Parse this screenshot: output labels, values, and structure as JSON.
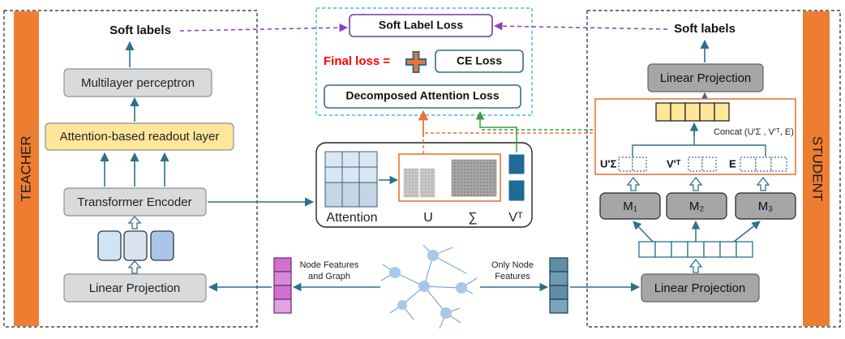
{
  "teacher": {
    "side_label": "TEACHER",
    "soft_labels": "Soft labels",
    "mlp": "Multilayer perceptron",
    "readout": "Attention-based readout layer",
    "encoder": "Transformer Encoder",
    "projection": "Linear Projection"
  },
  "student": {
    "side_label": "STUDENT",
    "soft_labels": "Soft labels",
    "projection_top": "Linear Projection",
    "concat": "Concat (U'Σ , V'ᵀ, E)",
    "u_label": "U'Σ",
    "v_label": "V'ᵀ",
    "e_label": "E",
    "m1": "M₁",
    "m2": "M₂",
    "m3": "M₃",
    "projection_bottom": "Linear Projection"
  },
  "loss": {
    "soft_label_loss": "Soft Label Loss",
    "final_loss": "Final loss =",
    "ce_loss": "CE Loss",
    "decomposed": "Decomposed Attention Loss"
  },
  "attention": {
    "attention": "Attention",
    "u": "U",
    "sigma": "∑",
    "vt": "Vᵀ"
  },
  "inputs": {
    "node_features_graph": [
      "Node Features",
      "and Graph"
    ],
    "only_node_features": [
      "Only Node",
      "Features"
    ]
  },
  "colors": {
    "side_bar": "#ed7d31",
    "box_fill": "#d9dadb",
    "dark_box_fill": "#a6a6a6",
    "readout_fill": "#ffe699",
    "arrow": "#2e6f8e",
    "loss_border": "#6b3fa0",
    "loss_dash": "#3fb8e8",
    "orange_line": "#e8743a",
    "green_line": "#3c9d3c",
    "purple_line": "#8b3fbf",
    "final_loss_red": "#ff0000"
  }
}
